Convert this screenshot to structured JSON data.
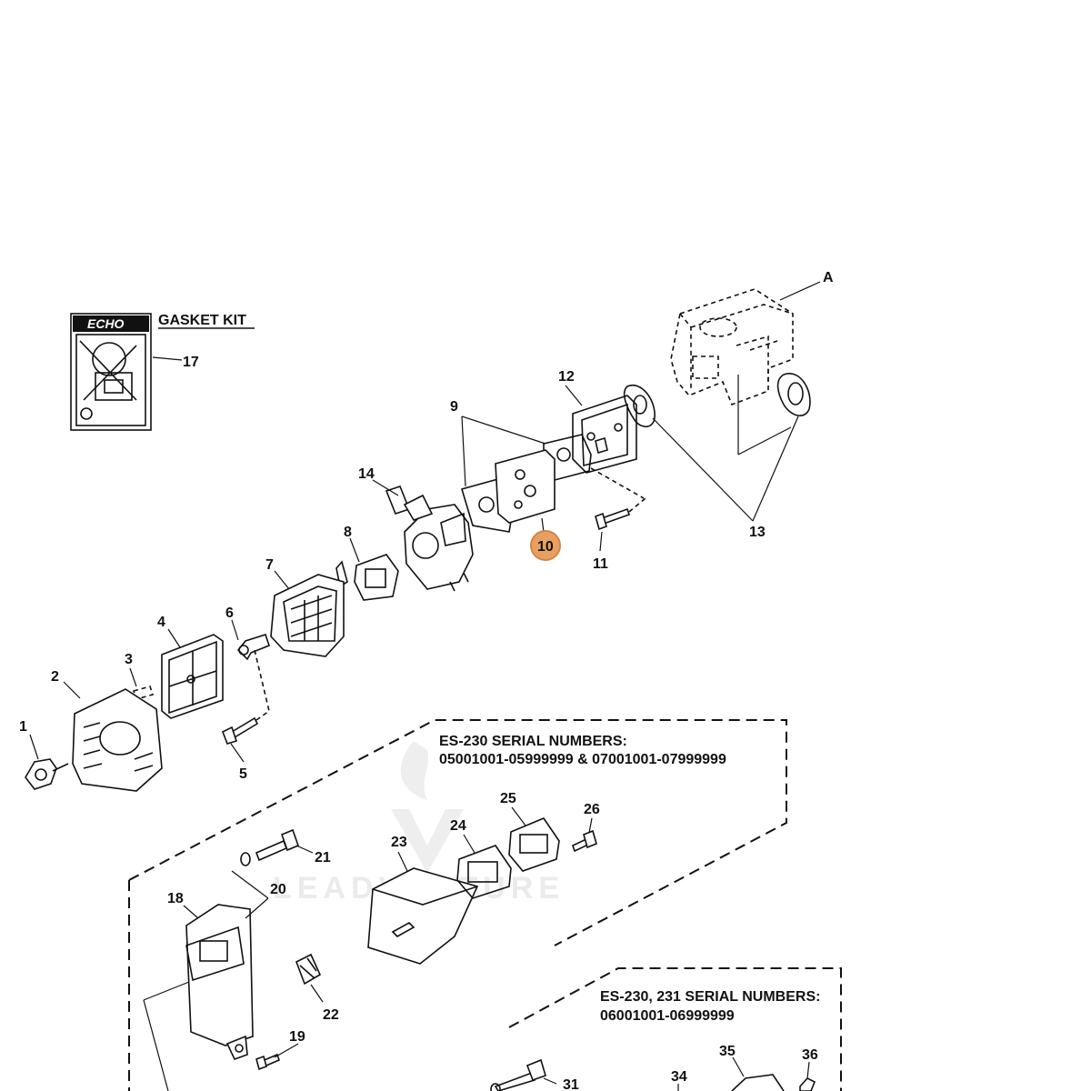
{
  "gasket_kit": {
    "logo_text": "ECHO",
    "title": "GASKET KIT",
    "part_number": "17"
  },
  "assembly_label": "A",
  "callouts": [
    "1",
    "2",
    "3",
    "4",
    "5",
    "6",
    "7",
    "8",
    "9",
    "10",
    "11",
    "12",
    "13",
    "14",
    "18",
    "19",
    "20",
    "21",
    "22",
    "23",
    "24",
    "25",
    "26",
    "31",
    "34",
    "35",
    "36"
  ],
  "highlighted_callout": "10",
  "highlight_color": "#e8a060",
  "section_1": {
    "title": "ES-230 SERIAL NUMBERS:",
    "serials": "05001001-05999999 & 07001001-07999999"
  },
  "section_2": {
    "title": "ES-230, 231 SERIAL NUMBERS:",
    "serials": "06001001-06999999"
  },
  "watermark": "LEADVENTURE"
}
